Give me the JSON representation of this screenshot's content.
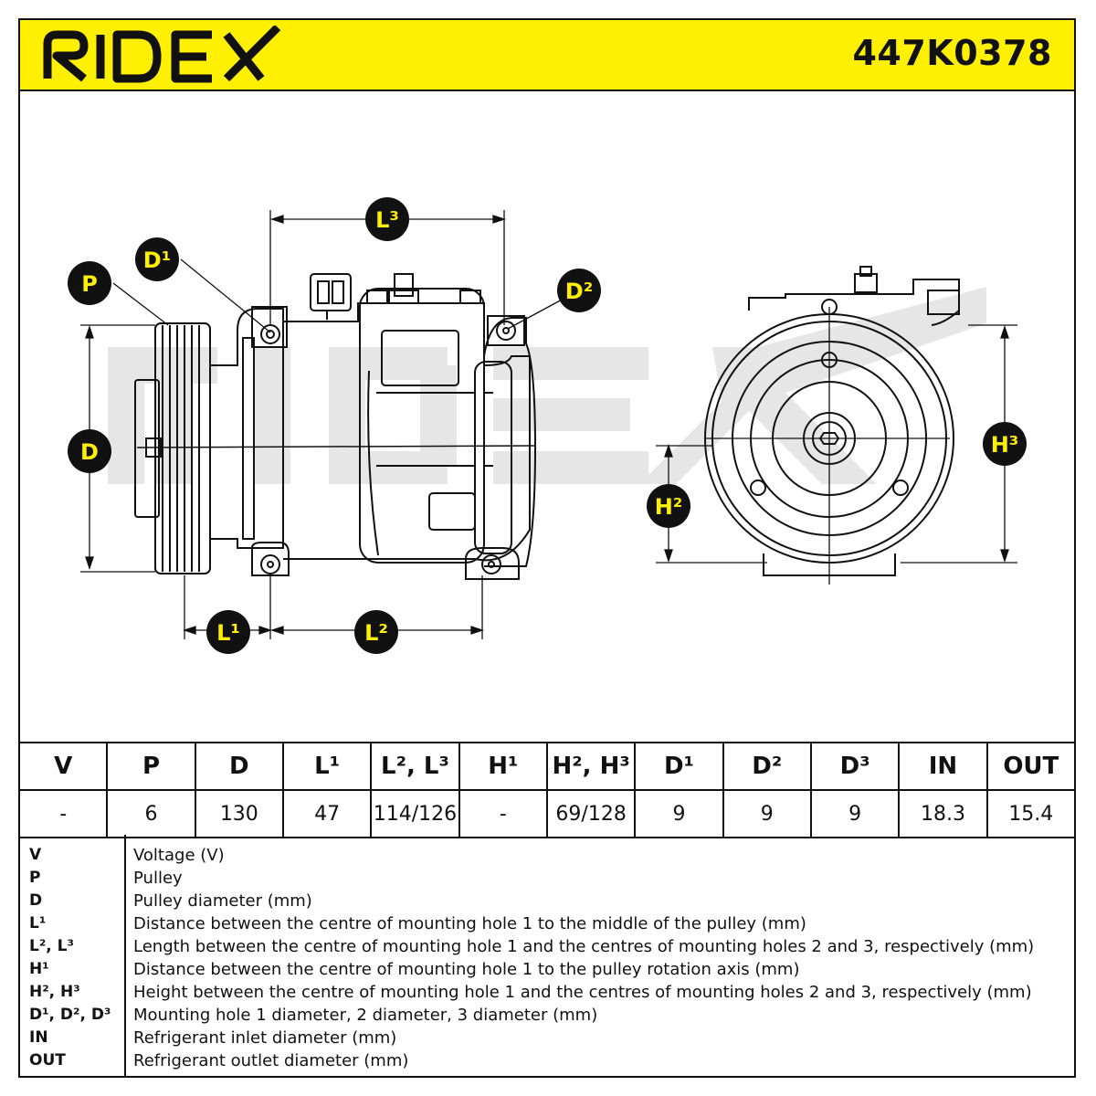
{
  "header": {
    "brand": "RIDEX",
    "part_number": "447K0378"
  },
  "diagram": {
    "labels": {
      "P": "P",
      "D1": "D¹",
      "L3": "L³",
      "D2": "D²",
      "D": "D",
      "L1": "L¹",
      "L2": "L²",
      "H2": "H²",
      "H3": "H³"
    },
    "watermark": "RIDEX"
  },
  "spec_table": {
    "headers": [
      "V",
      "P",
      "D",
      "L¹",
      "L², L³",
      "H¹",
      "H², H³",
      "D¹",
      "D²",
      "D³",
      "IN",
      "OUT"
    ],
    "values": [
      "-",
      "6",
      "130",
      "47",
      "114/126",
      "-",
      "69/128",
      "9",
      "9",
      "9",
      "18.3",
      "15.4"
    ]
  },
  "legend": [
    {
      "key": "V",
      "desc": "Voltage (V)"
    },
    {
      "key": "P",
      "desc": "Pulley"
    },
    {
      "key": "D",
      "desc": "Pulley diameter (mm)"
    },
    {
      "key": "L¹",
      "desc": "Distance between the centre of mounting hole 1 to the middle of the pulley (mm)"
    },
    {
      "key": "L², L³",
      "desc": "Length between the centre of mounting hole 1 and the centres of mounting holes 2 and 3, respectively (mm)"
    },
    {
      "key": "H¹",
      "desc": "Distance between the centre of mounting hole 1 to the pulley rotation axis (mm)"
    },
    {
      "key": "H², H³",
      "desc": "Height between the centre of mounting hole 1 and the centres of mounting holes 2 and 3, respectively (mm)"
    },
    {
      "key": "D¹, D², D³",
      "desc": "Mounting hole 1 diameter, 2 diameter, 3 diameter (mm)"
    },
    {
      "key": "IN",
      "desc": "Refrigerant inlet diameter (mm)"
    },
    {
      "key": "OUT",
      "desc": "Refrigerant outlet diameter (mm)"
    }
  ],
  "colors": {
    "brand_yellow": "#ffef00",
    "ink": "#111111",
    "watermark": "#e6e6e6"
  }
}
